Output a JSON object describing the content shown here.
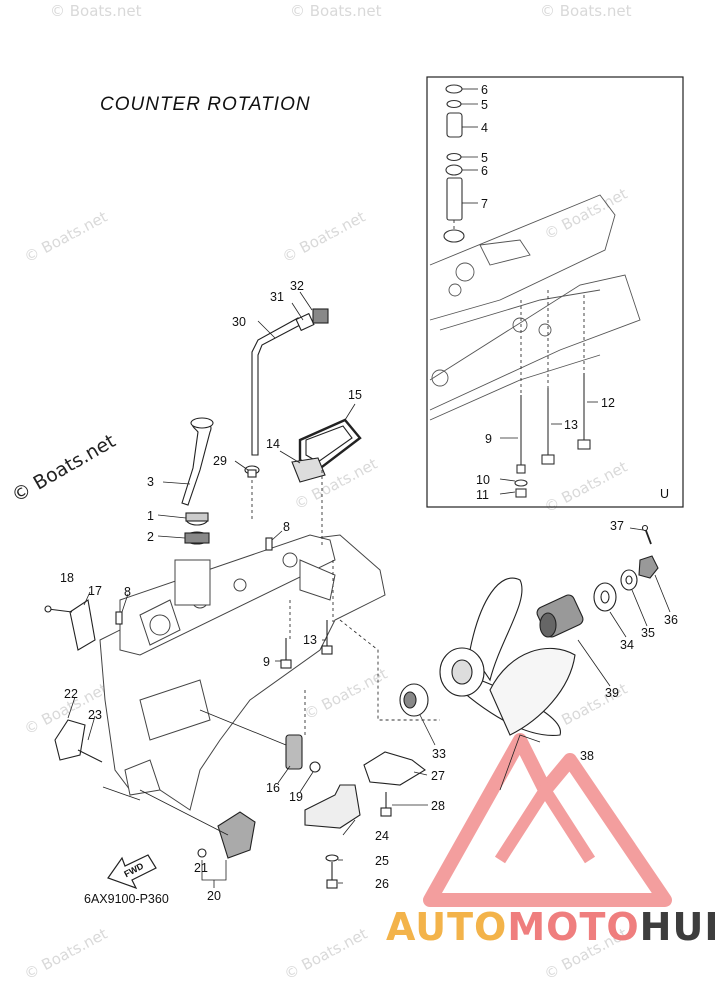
{
  "title": "COUNTER ROTATION",
  "diagram_code": "6AX9100-P360",
  "fwd_label": "FWD",
  "inset_corner_letter": "U",
  "watermark_text": "© Boats.net",
  "logo": {
    "part1": "AUTO",
    "part2": "MOTO",
    "part3": "HUB"
  },
  "callouts": [
    {
      "id": "c6a",
      "text": "6"
    },
    {
      "id": "c5a",
      "text": "5"
    },
    {
      "id": "c4",
      "text": "4"
    },
    {
      "id": "c5b",
      "text": "5"
    },
    {
      "id": "c6b",
      "text": "6"
    },
    {
      "id": "c7",
      "text": "7"
    },
    {
      "id": "c12",
      "text": "12"
    },
    {
      "id": "c13a",
      "text": "13"
    },
    {
      "id": "c9a",
      "text": "9"
    },
    {
      "id": "c10",
      "text": "10"
    },
    {
      "id": "c11",
      "text": "11"
    },
    {
      "id": "c32",
      "text": "32"
    },
    {
      "id": "c31",
      "text": "31"
    },
    {
      "id": "c30",
      "text": "30"
    },
    {
      "id": "c15",
      "text": "15"
    },
    {
      "id": "c14",
      "text": "14"
    },
    {
      "id": "c29",
      "text": "29"
    },
    {
      "id": "c3",
      "text": "3"
    },
    {
      "id": "c1",
      "text": "1"
    },
    {
      "id": "c2",
      "text": "2"
    },
    {
      "id": "c8a",
      "text": "8"
    },
    {
      "id": "c18",
      "text": "18"
    },
    {
      "id": "c17",
      "text": "17"
    },
    {
      "id": "c8b",
      "text": "8"
    },
    {
      "id": "c13b",
      "text": "13"
    },
    {
      "id": "c9b",
      "text": "9"
    },
    {
      "id": "c37",
      "text": "37"
    },
    {
      "id": "c36",
      "text": "36"
    },
    {
      "id": "c35",
      "text": "35"
    },
    {
      "id": "c34",
      "text": "34"
    },
    {
      "id": "c39",
      "text": "39"
    },
    {
      "id": "c22",
      "text": "22"
    },
    {
      "id": "c23",
      "text": "23"
    },
    {
      "id": "c33",
      "text": "33"
    },
    {
      "id": "c27",
      "text": "27"
    },
    {
      "id": "c16",
      "text": "16"
    },
    {
      "id": "c19",
      "text": "19"
    },
    {
      "id": "c38",
      "text": "38"
    },
    {
      "id": "c28",
      "text": "28"
    },
    {
      "id": "c24",
      "text": "24"
    },
    {
      "id": "c25",
      "text": "25"
    },
    {
      "id": "c26",
      "text": "26"
    },
    {
      "id": "c21",
      "text": "21"
    },
    {
      "id": "c20",
      "text": "20"
    }
  ]
}
